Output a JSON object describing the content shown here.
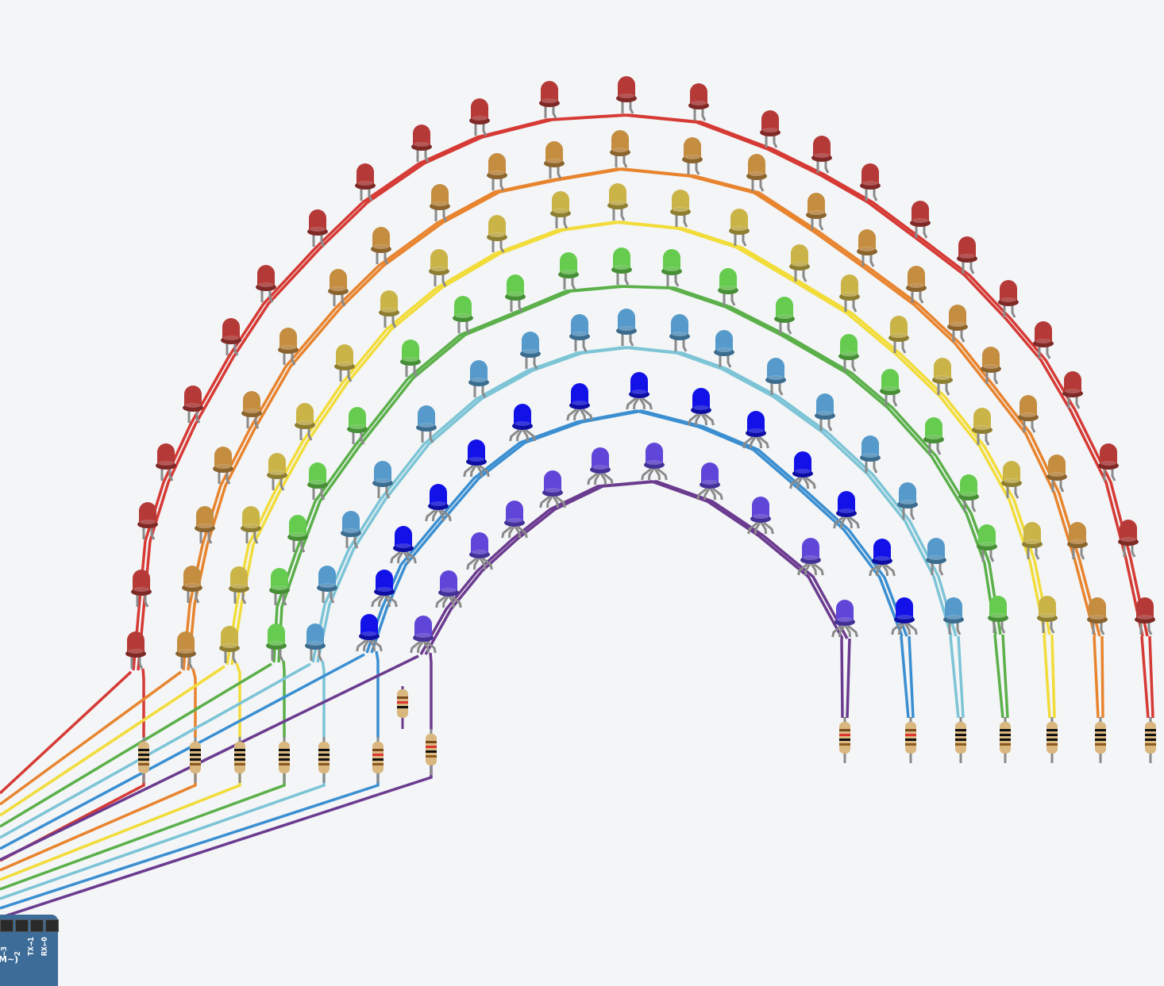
{
  "canvas": {
    "background": "#f3f5f7"
  },
  "rings": [
    {
      "name": "red",
      "wire": "#d63a35",
      "led": "#b53a37",
      "leds": 25
    },
    {
      "name": "orange",
      "wire": "#e8842e",
      "led": "#c58d40",
      "leds": 23
    },
    {
      "name": "yellow",
      "wire": "#f2dc3a",
      "led": "#cbb447",
      "leds": 21
    },
    {
      "name": "green",
      "wire": "#5bb04a",
      "led": "#66cc4f",
      "leds": 19
    },
    {
      "name": "light-blue",
      "wire": "#7cc4d6",
      "led": "#559acb",
      "leds": 17
    },
    {
      "name": "blue",
      "wire": "#3b8fd1",
      "led": "#1212e8",
      "leds": 14,
      "rgb": true
    },
    {
      "name": "violet",
      "wire": "#6b3b8f",
      "led": "#6046d8",
      "leds": 11,
      "rgb": true
    }
  ],
  "arduino": {
    "color": "#3d6c99",
    "pin_labels": [
      "~3",
      "2",
      "TX→1",
      "RX←0"
    ],
    "pwm_label": "M~)"
  }
}
